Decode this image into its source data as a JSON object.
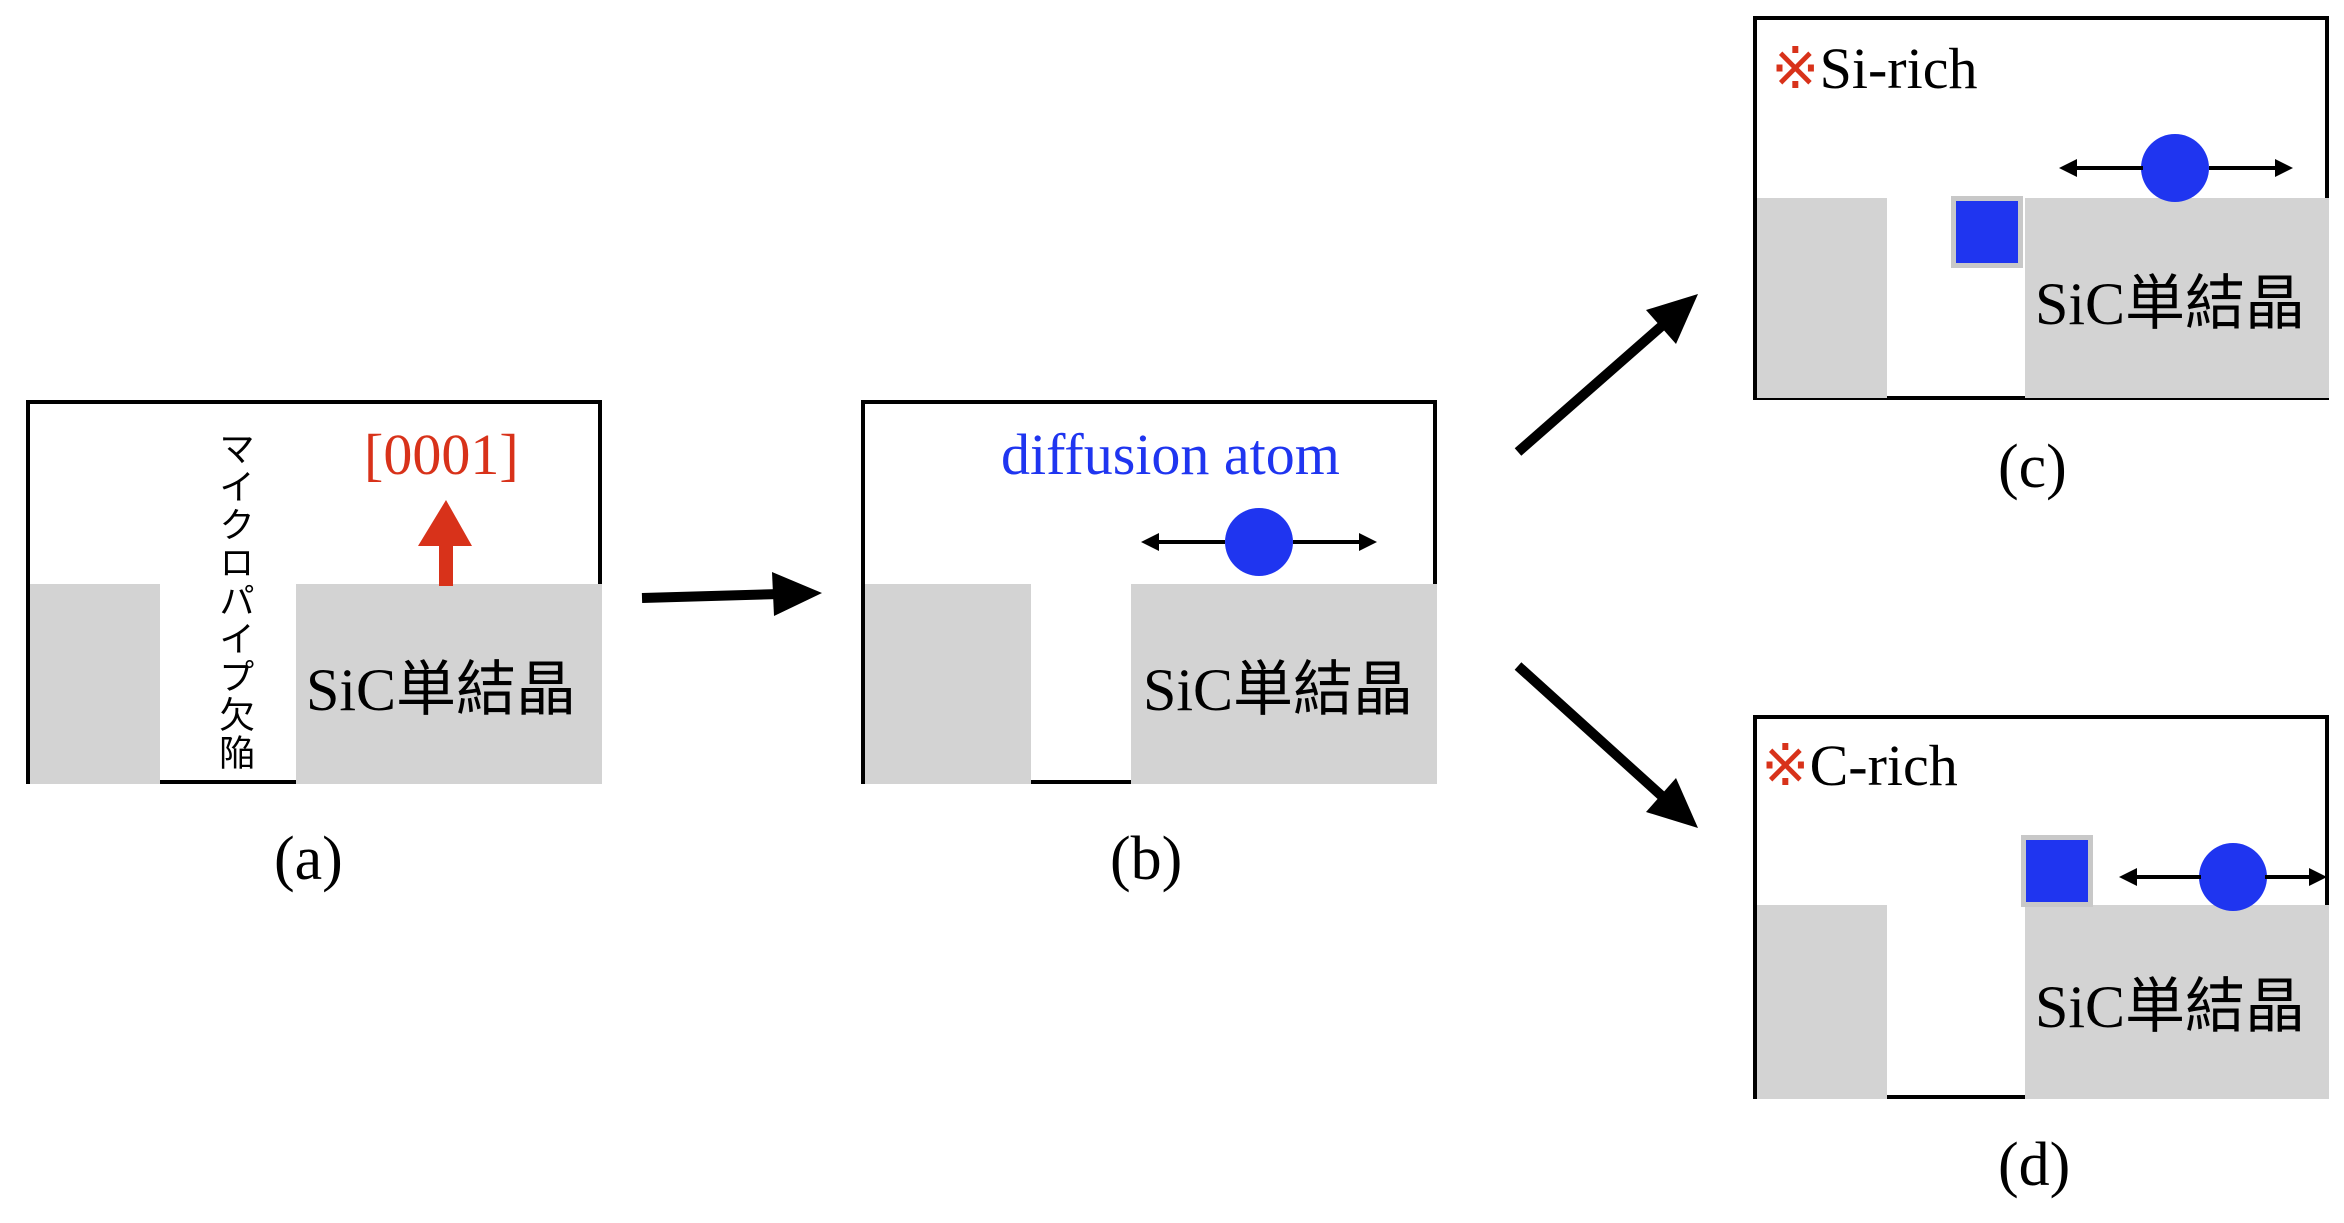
{
  "panel_a": {
    "crystal_label": "SiC単結晶",
    "defect_label": "マイクロパイプ欠陥",
    "direction_label": "[0001]",
    "caption": "(a)"
  },
  "panel_b": {
    "crystal_label": "SiC単結晶",
    "atom_label": "diffusion atom",
    "caption": "(b)"
  },
  "panel_c": {
    "mark": "※",
    "condition": "Si-rich",
    "crystal_label": "SiC単結晶",
    "caption": "(c)"
  },
  "panel_d": {
    "mark": "※",
    "condition": "C-rich",
    "crystal_label": "SiC単結晶",
    "caption": "(d)"
  },
  "colors": {
    "atom": "#1f35f0",
    "accent_red": "#d8321a",
    "crystal": "#d3d3d3"
  }
}
